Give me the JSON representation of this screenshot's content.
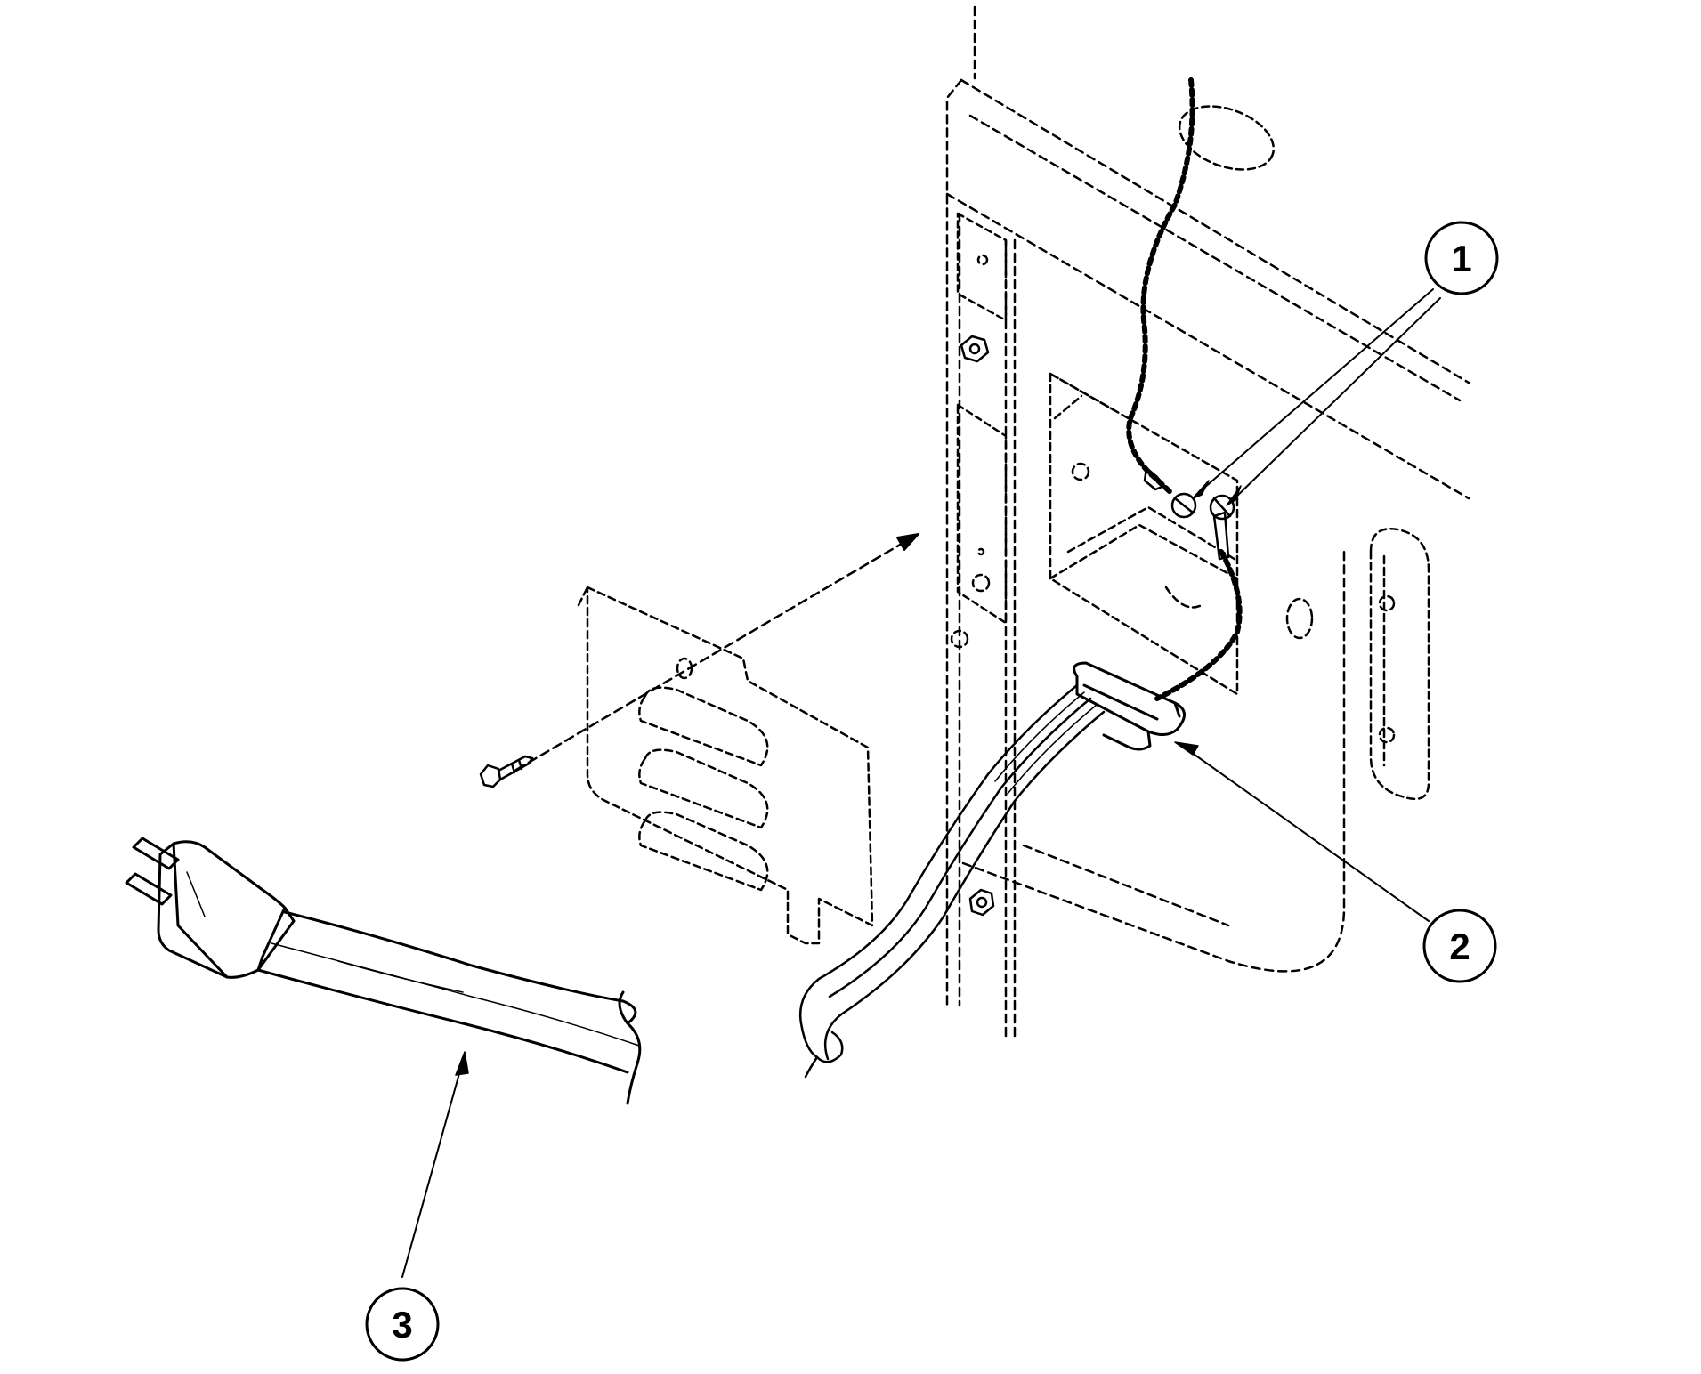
{
  "callouts": [
    {
      "number": "1",
      "part": "screws"
    },
    {
      "number": "2",
      "part": "strain-relief"
    },
    {
      "number": "3",
      "part": "power-cord"
    }
  ],
  "colors": {
    "ink": "#000000",
    "paper": "#ffffff"
  }
}
